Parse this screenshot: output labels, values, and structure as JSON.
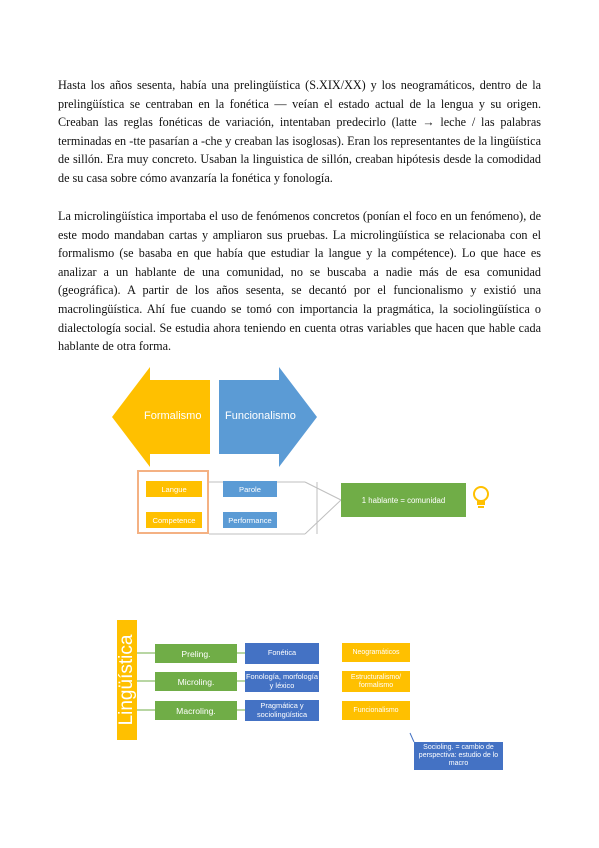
{
  "text": {
    "p1": "Hasta los años sesenta, había una prelingüística (S.XIX/XX) y los neogramáticos, dentro de la prelingüística se centraban en la fonética — veían el estado actual de la lengua y su origen. Creaban las reglas fonéticas de variación, intentaban predecirlo (latte → leche / las palabras terminadas en -tte pasarían a -che y creaban las isoglosas). Eran los representantes de la lingüística de sillón. Era muy concreto. Usaban la linguistica de sillón, creaban hipótesis desde la comodidad de su casa sobre cómo avanzaría la fonética y fonología.",
    "p2": "La microlingüística importaba el uso de fenómenos concretos (ponían el foco en un fenómeno), de este modo mandaban cartas y ampliaron sus pruebas. La microlingüística se relacionaba con el formalismo (se basaba en que había que estudiar la langue y la compétence). Lo que hace es analizar a un hablante de una comunidad, no se buscaba a nadie más de esa comunidad (geográfica). A partir de los años sesenta, se decantó por el funcionalismo y existió una macrolingüística. Ahí fue cuando se tomó con importancia la pragmática, la sociolingüística o dialectología social. Se estudia ahora teniendo en cuenta otras variables que hacen que hable cada hablante de otra forma."
  },
  "diagram1": {
    "arrow_left": "Formalismo",
    "arrow_right": "Funcionalismo",
    "langue": "Langue",
    "competence": "Competence",
    "parole": "Parole",
    "performance": "Performance",
    "result": "1 hablante = comunidad",
    "icon": "lightbulb-icon",
    "colors": {
      "yellow": "#ffc000",
      "blue": "#5b9bd5",
      "green": "#70ad47",
      "orange": "#f4b183"
    }
  },
  "diagram2": {
    "title": "Lingüística",
    "rows": [
      {
        "label": "Preling.",
        "field": "Fonética",
        "school": "Neogramáticos"
      },
      {
        "label": "Microling.",
        "field": "Fonología, morfología y léxico",
        "school": "Estructuralismo/ formalismo"
      },
      {
        "label": "Macroling.",
        "field": "Pragmática y sociolingüística",
        "school": "Funcionalismo"
      }
    ],
    "note": "Socioling. = cambio de perspectiva: estudio de lo macro",
    "colors": {
      "yellow": "#ffc000",
      "green": "#70ad47",
      "blue": "#4472c4"
    }
  }
}
